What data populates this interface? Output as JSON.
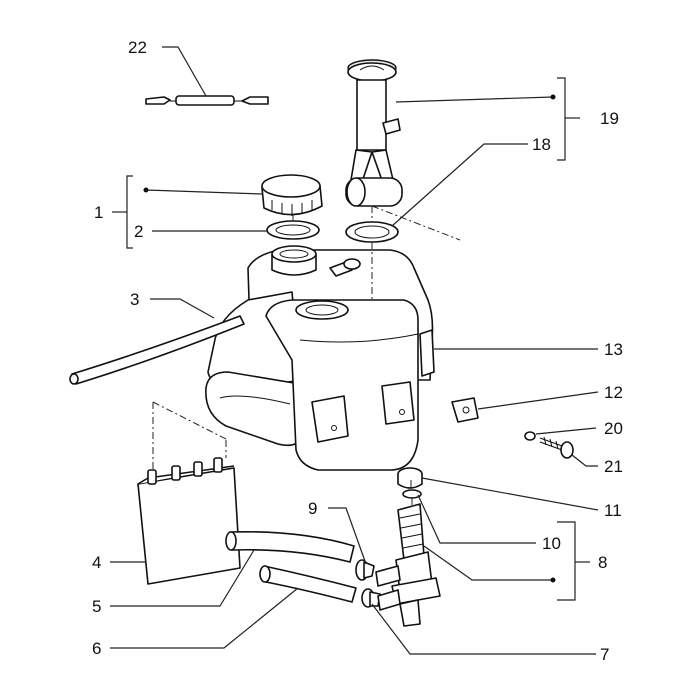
{
  "callouts": {
    "c1": "1",
    "c2": "2",
    "c3": "3",
    "c4": "4",
    "c5": "5",
    "c6": "6",
    "c7": "7",
    "c8": "8",
    "c9": "9",
    "c10": "10",
    "c11": "11",
    "c12": "12",
    "c13": "13",
    "c18": "18",
    "c19": "19",
    "c20": "20",
    "c21": "21",
    "c22": "22"
  }
}
